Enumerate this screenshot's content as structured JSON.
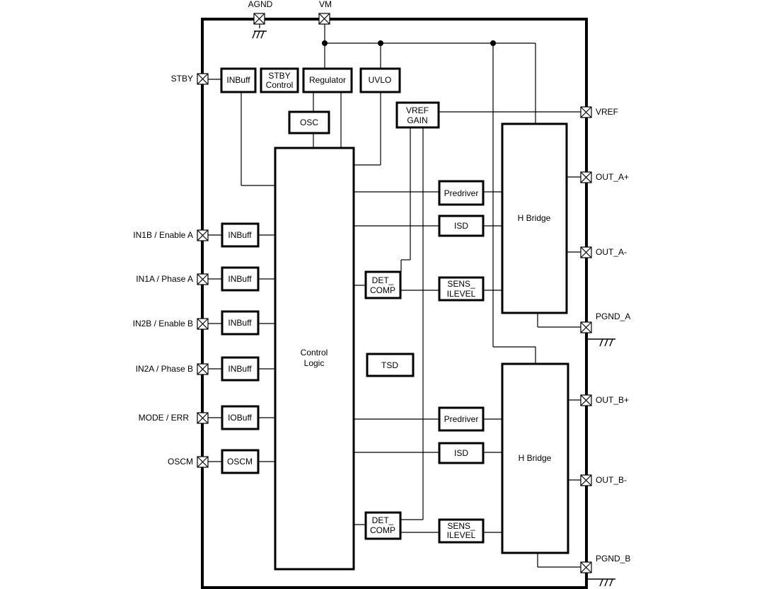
{
  "pins": {
    "agnd": "AGND",
    "vm": "VM",
    "stby": "STBY",
    "in1b": "IN1B / Enable A",
    "in1a": "IN1A /  Phase A",
    "in2b": "IN2B / Enable B",
    "in2a": "IN2A / Phase B",
    "mode": "MODE / ERR",
    "oscm": "OSCM",
    "vref": "VREF",
    "out_a_p": "OUT_A+",
    "out_a_n": "OUT_A-",
    "pgnd_a": "PGND_A",
    "out_b_p": "OUT_B+",
    "out_b_n": "OUT_B-",
    "pgnd_b": "PGND_B"
  },
  "blocks": {
    "inbuff_stby": "INBuff",
    "stby_control": [
      "STBY",
      "Control"
    ],
    "regulator": "Regulator",
    "uvlo": "UVLO",
    "osc": "OSC",
    "vref_gain": [
      "VREF",
      "GAIN"
    ],
    "control_logic": [
      "Control",
      "Logic"
    ],
    "inbuff_1": "INBuff",
    "inbuff_2": "INBuff",
    "inbuff_3": "INBuff",
    "inbuff_4": "INBuff",
    "iobuff": "IOBuff",
    "oscm": "OSCM",
    "predriver_a": "Predriver",
    "isd_a": "ISD",
    "det_comp_a": [
      "DET_",
      "COMP"
    ],
    "sens_a": [
      "SENS_",
      "ILEVEL"
    ],
    "tsd": "TSD",
    "predriver_b": "Predriver",
    "isd_b": "ISD",
    "det_comp_b": [
      "DET_",
      "COMP"
    ],
    "sens_b": [
      "SENS_",
      "ILEVEL"
    ],
    "hbridge_a": "H Bridge",
    "hbridge_b": "H Bridge"
  }
}
